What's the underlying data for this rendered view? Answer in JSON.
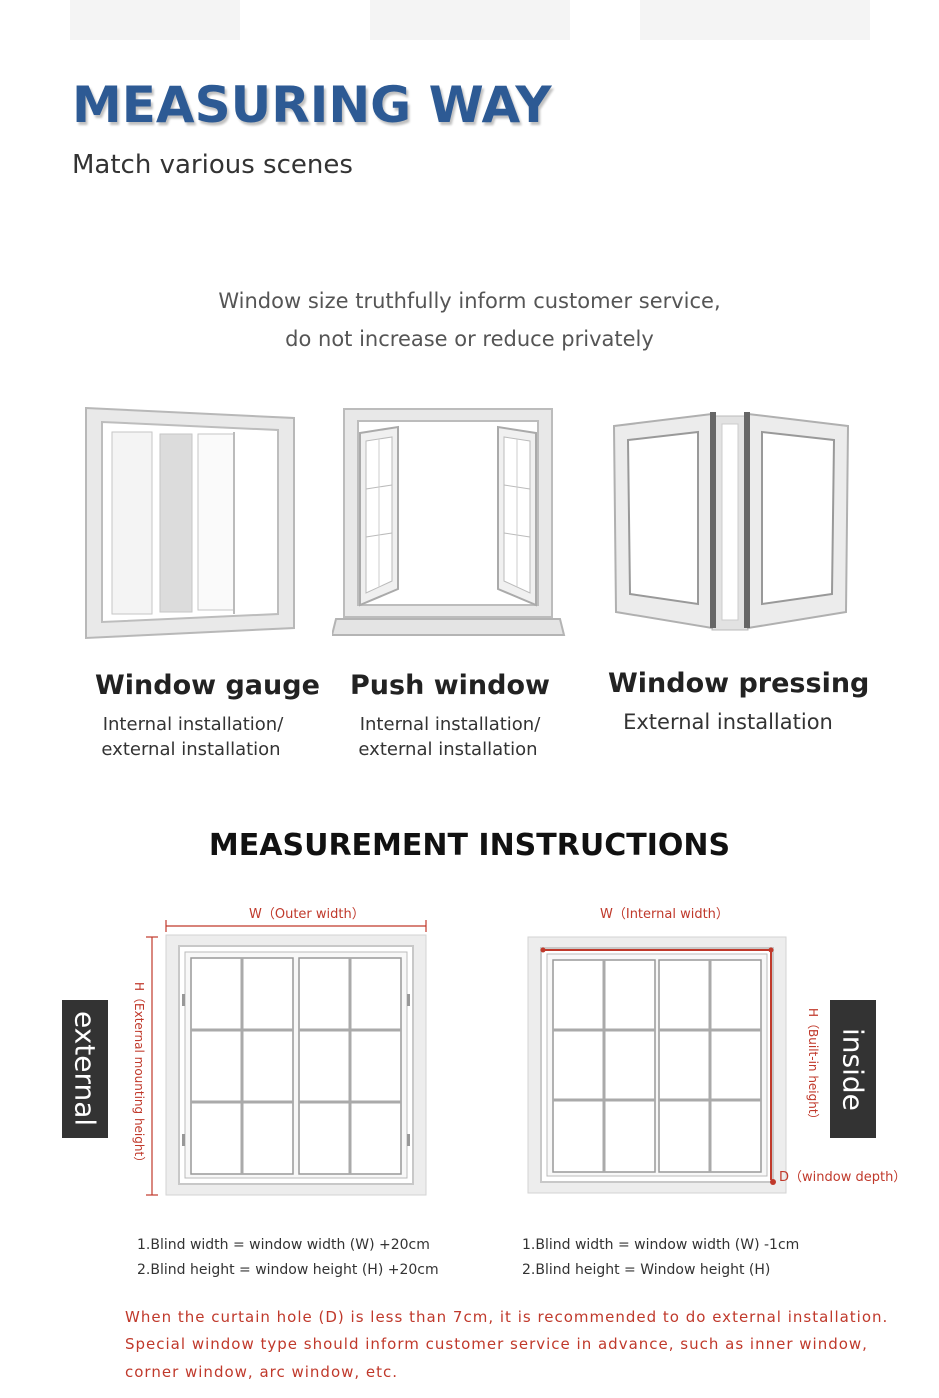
{
  "header": {
    "title": "MEASURING WAY",
    "subtitle": "Match various scenes"
  },
  "intro": {
    "line1": "Window size truthfully inform customer service,",
    "line2": "do not increase or reduce privately"
  },
  "window_types": [
    {
      "name": "Window gauge",
      "line1": "Internal installation/",
      "line2": "external installation"
    },
    {
      "name": "Push window",
      "line1": "Internal installation/",
      "line2": "external installation"
    },
    {
      "name": "Window pressing",
      "line1": "External installation"
    }
  ],
  "instructions": {
    "title": "MEASUREMENT INSTRUCTIONS",
    "external": {
      "tag": "external",
      "width_label": "W（Outer width）",
      "height_label": "H（External mounting height）",
      "formula1": "1.Blind width = window width (W) +20cm",
      "formula2": "2.Blind height = window height (H) +20cm"
    },
    "inside": {
      "tag": "inside",
      "width_label": "W（Internal width）",
      "height_label": "H（Built-in height）",
      "depth_label": "D（window depth）",
      "formula1": "1.Blind width = window width (W) -1cm",
      "formula2": "2.Blind height = Window height (H)"
    }
  },
  "notes": {
    "line1": "When the curtain hole (D) is less than 7cm, it is recommended to do external installation.",
    "line2": "Special window type should inform customer service in advance, such as inner window,",
    "line3": "corner window, arc window, etc."
  },
  "colors": {
    "title_blue": "#2d5a94",
    "accent_red": "#c0392b",
    "tag_dark": "#333333"
  }
}
